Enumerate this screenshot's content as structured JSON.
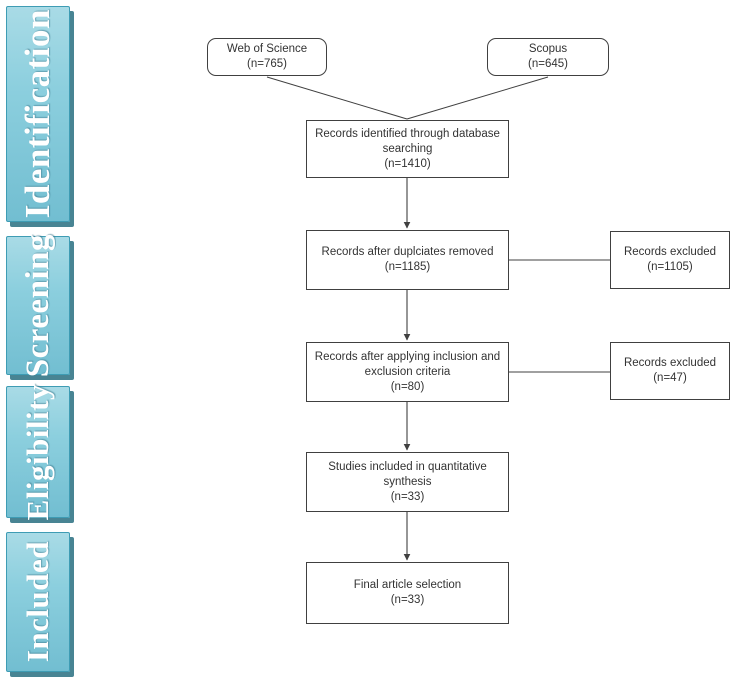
{
  "diagram": {
    "title": "PRISMA study selection flow diagram",
    "stroke_color": "#404040",
    "banner_color": "#8ccfde",
    "banner_border_color": "#3e9cb4",
    "banner_text_color": "#ffffff"
  },
  "stages": [
    {
      "id": "identification",
      "label": "Identification"
    },
    {
      "id": "screening",
      "label": "Screening"
    },
    {
      "id": "eligibility",
      "label": "Eligibility"
    },
    {
      "id": "included",
      "label": "Included"
    }
  ],
  "nodes": {
    "web_of_science": {
      "line1": "Web of Science",
      "line2": "(n=765)",
      "count": 765
    },
    "scopus": {
      "line1": "Scopus",
      "line2": "(n=645)",
      "count": 645
    },
    "identified": {
      "line1": "Records identified through database",
      "line2": "searching",
      "line3": "(n=1410)",
      "count": 1410
    },
    "duplicates_removed": {
      "line1": "Records after duplciates removed",
      "line2": "(n=1185)",
      "count": 1185
    },
    "excluded_1": {
      "line1": "Records excluded",
      "line2": "(n=1105)",
      "count": 1105
    },
    "criteria": {
      "line1": "Records after applying inclusion and",
      "line2": "exclusion criteria",
      "line3": "(n=80)",
      "count": 80
    },
    "excluded_2": {
      "line1": "Records excluded",
      "line2": "(n=47)",
      "count": 47
    },
    "synthesis": {
      "line1": "Studies included in quantitative",
      "line2": "synthesis",
      "line3": "(n=33)",
      "count": 33
    },
    "final": {
      "line1": "Final article selection",
      "line2": "(n=33)",
      "count": 33
    }
  }
}
